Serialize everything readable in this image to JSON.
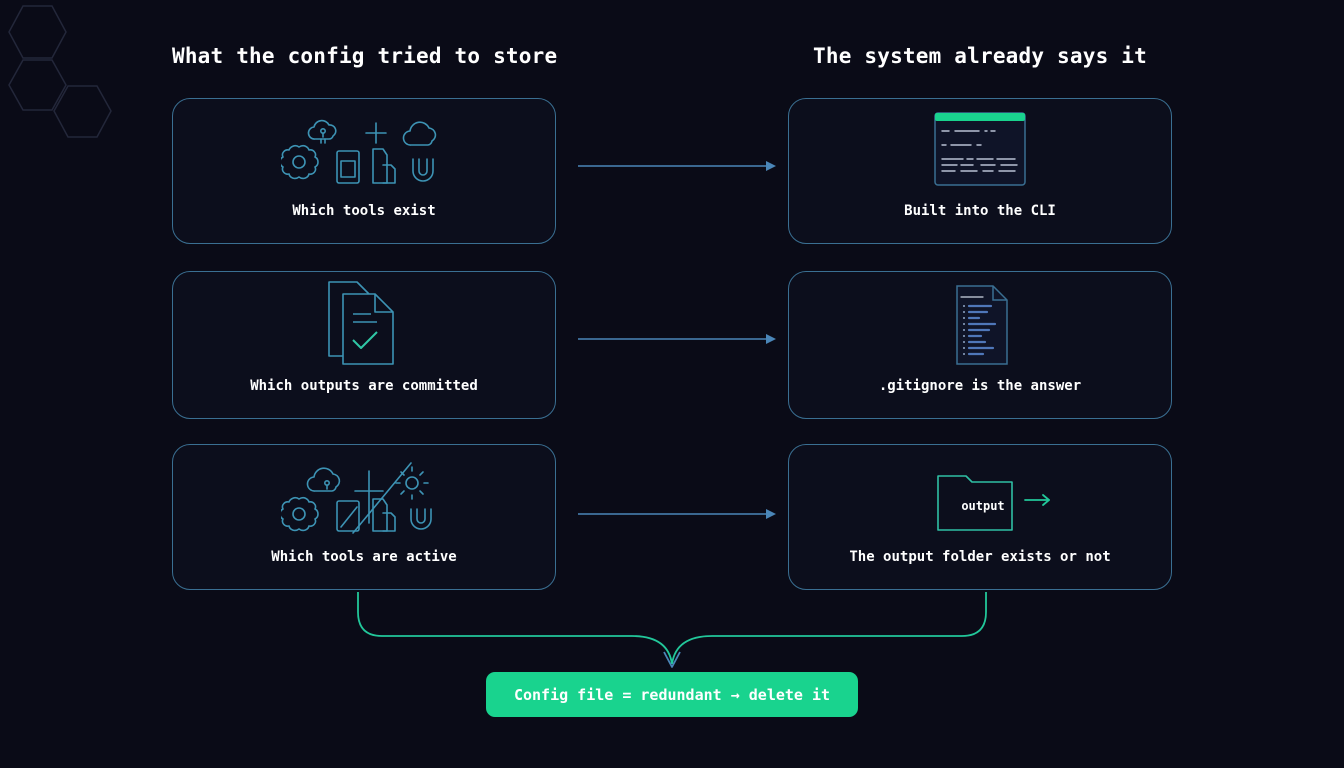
{
  "headings": {
    "left": "What the config tried to store",
    "right": "The system already says it"
  },
  "rows": [
    {
      "left_label": "Which tools exist",
      "right_label": "Built into the CLI"
    },
    {
      "left_label": "Which outputs are committed",
      "right_label": ".gitignore is the answer"
    },
    {
      "left_label": "Which tools are active",
      "right_label": "The output folder exists or not"
    }
  ],
  "icons": {
    "tools_exist": "tool-icons-grid",
    "cli": "terminal-window-icon",
    "outputs": "stacked-documents-checkmark-icon",
    "gitignore": "text-file-icon",
    "tools_active": "tool-icons-crossed-out",
    "output_folder": "folder-icon"
  },
  "folder_label": "output",
  "verdict": "Config file = redundant → delete it",
  "colors": {
    "background": "#0a0b17",
    "card_border": "#3a6f92",
    "arrow": "#4a86b8",
    "icon_stroke": "#3d93b4",
    "accent_green": "#19d38e",
    "connector_green": "#22c79a"
  }
}
